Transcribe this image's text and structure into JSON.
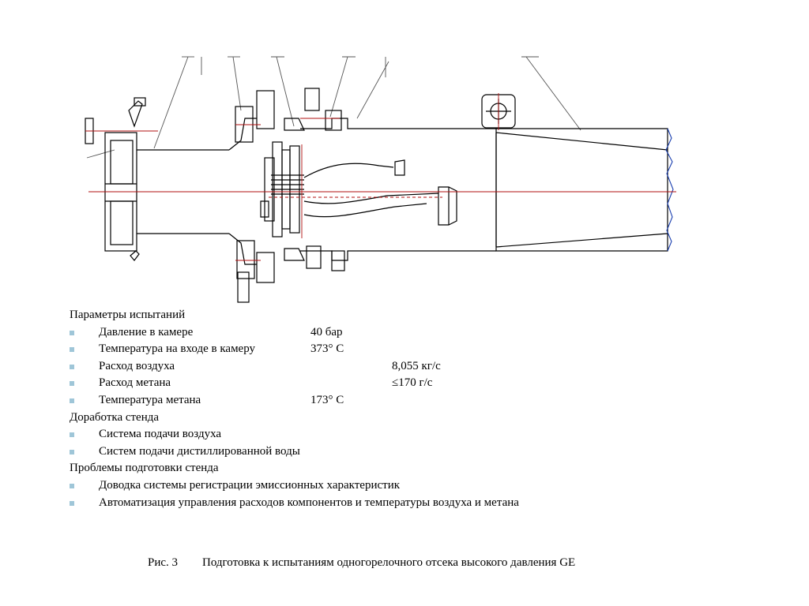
{
  "figure": {
    "drawing_title": "Combustor test section cross-section drawing",
    "colors": {
      "line": "#000000",
      "axis": "#b01010",
      "edge": "#1a3fb0"
    }
  },
  "sections": [
    {
      "heading": "Параметры испытаний",
      "items": [
        {
          "label": "Давление в камере",
          "value": "40 бар",
          "col": "mid"
        },
        {
          "label": "Температура на входе в камеру",
          "value": "373° С",
          "col": "mid"
        },
        {
          "label": "Расход воздуха",
          "value": "8,055 кг/с",
          "col": "far"
        },
        {
          "label": "Расход метана",
          "value": "≤170 г/с",
          "col": "far"
        },
        {
          "label": "Температура метана",
          "value": "173° С",
          "col": "mid"
        }
      ]
    },
    {
      "heading": "Доработка стенда",
      "items": [
        {
          "label": "Система подачи воздуха"
        },
        {
          "label": "Систем подачи дистиллированной воды"
        }
      ]
    },
    {
      "heading": "Проблемы подготовки стенда",
      "items": [
        {
          "label": "Доводка системы регистрации эмиссионных характеристик"
        },
        {
          "label": "Автоматизация управления расходов компонентов и температуры воздуха и метана"
        }
      ]
    }
  ],
  "caption": {
    "number": "Рис. 3",
    "text": "Подготовка к испытаниям одногорелочного отсека высокого давления GE"
  }
}
